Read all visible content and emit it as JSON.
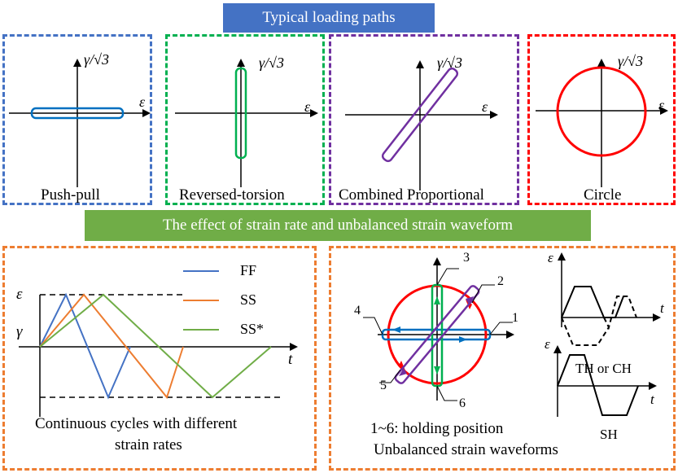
{
  "header": {
    "title": "Typical loading paths"
  },
  "paths": [
    {
      "label": "Push-pull",
      "border_color": "#4472c4",
      "path_color": "#0070c0"
    },
    {
      "label": "Reversed-torsion",
      "border_color": "#00b050",
      "path_color": "#00b050"
    },
    {
      "label": "Combined Proportional",
      "border_color": "#7030a0",
      "path_color": "#7030a0"
    },
    {
      "label": "Circle",
      "border_color": "#ff0000",
      "path_color": "#ff0000"
    }
  ],
  "axes": {
    "shear": "γ/√3",
    "axial": "ε",
    "time": "t",
    "gamma": "γ"
  },
  "section2": {
    "title": "The effect of strain rate and unbalanced strain waveform"
  },
  "rates_panel": {
    "legend": [
      {
        "name": "FF",
        "color": "#4472c4"
      },
      {
        "name": "SS",
        "color": "#ed7d31"
      },
      {
        "name": "SS*",
        "color": "#70ad47"
      }
    ],
    "caption_line1": "Continuous cycles with different",
    "caption_line2": "strain rates",
    "border_color": "#ed7d31"
  },
  "waveform_panel": {
    "holding_labels": [
      "1",
      "2",
      "3",
      "4",
      "5",
      "6"
    ],
    "caption_line1": "1~6: holding position",
    "caption_line2": "Unbalanced strain waveforms",
    "wave_labels": {
      "th_ch": "TH or CH",
      "sh": "SH"
    },
    "border_color": "#ed7d31"
  },
  "colors": {
    "blue_banner": "#4472c4",
    "green_banner": "#70ad47"
  }
}
